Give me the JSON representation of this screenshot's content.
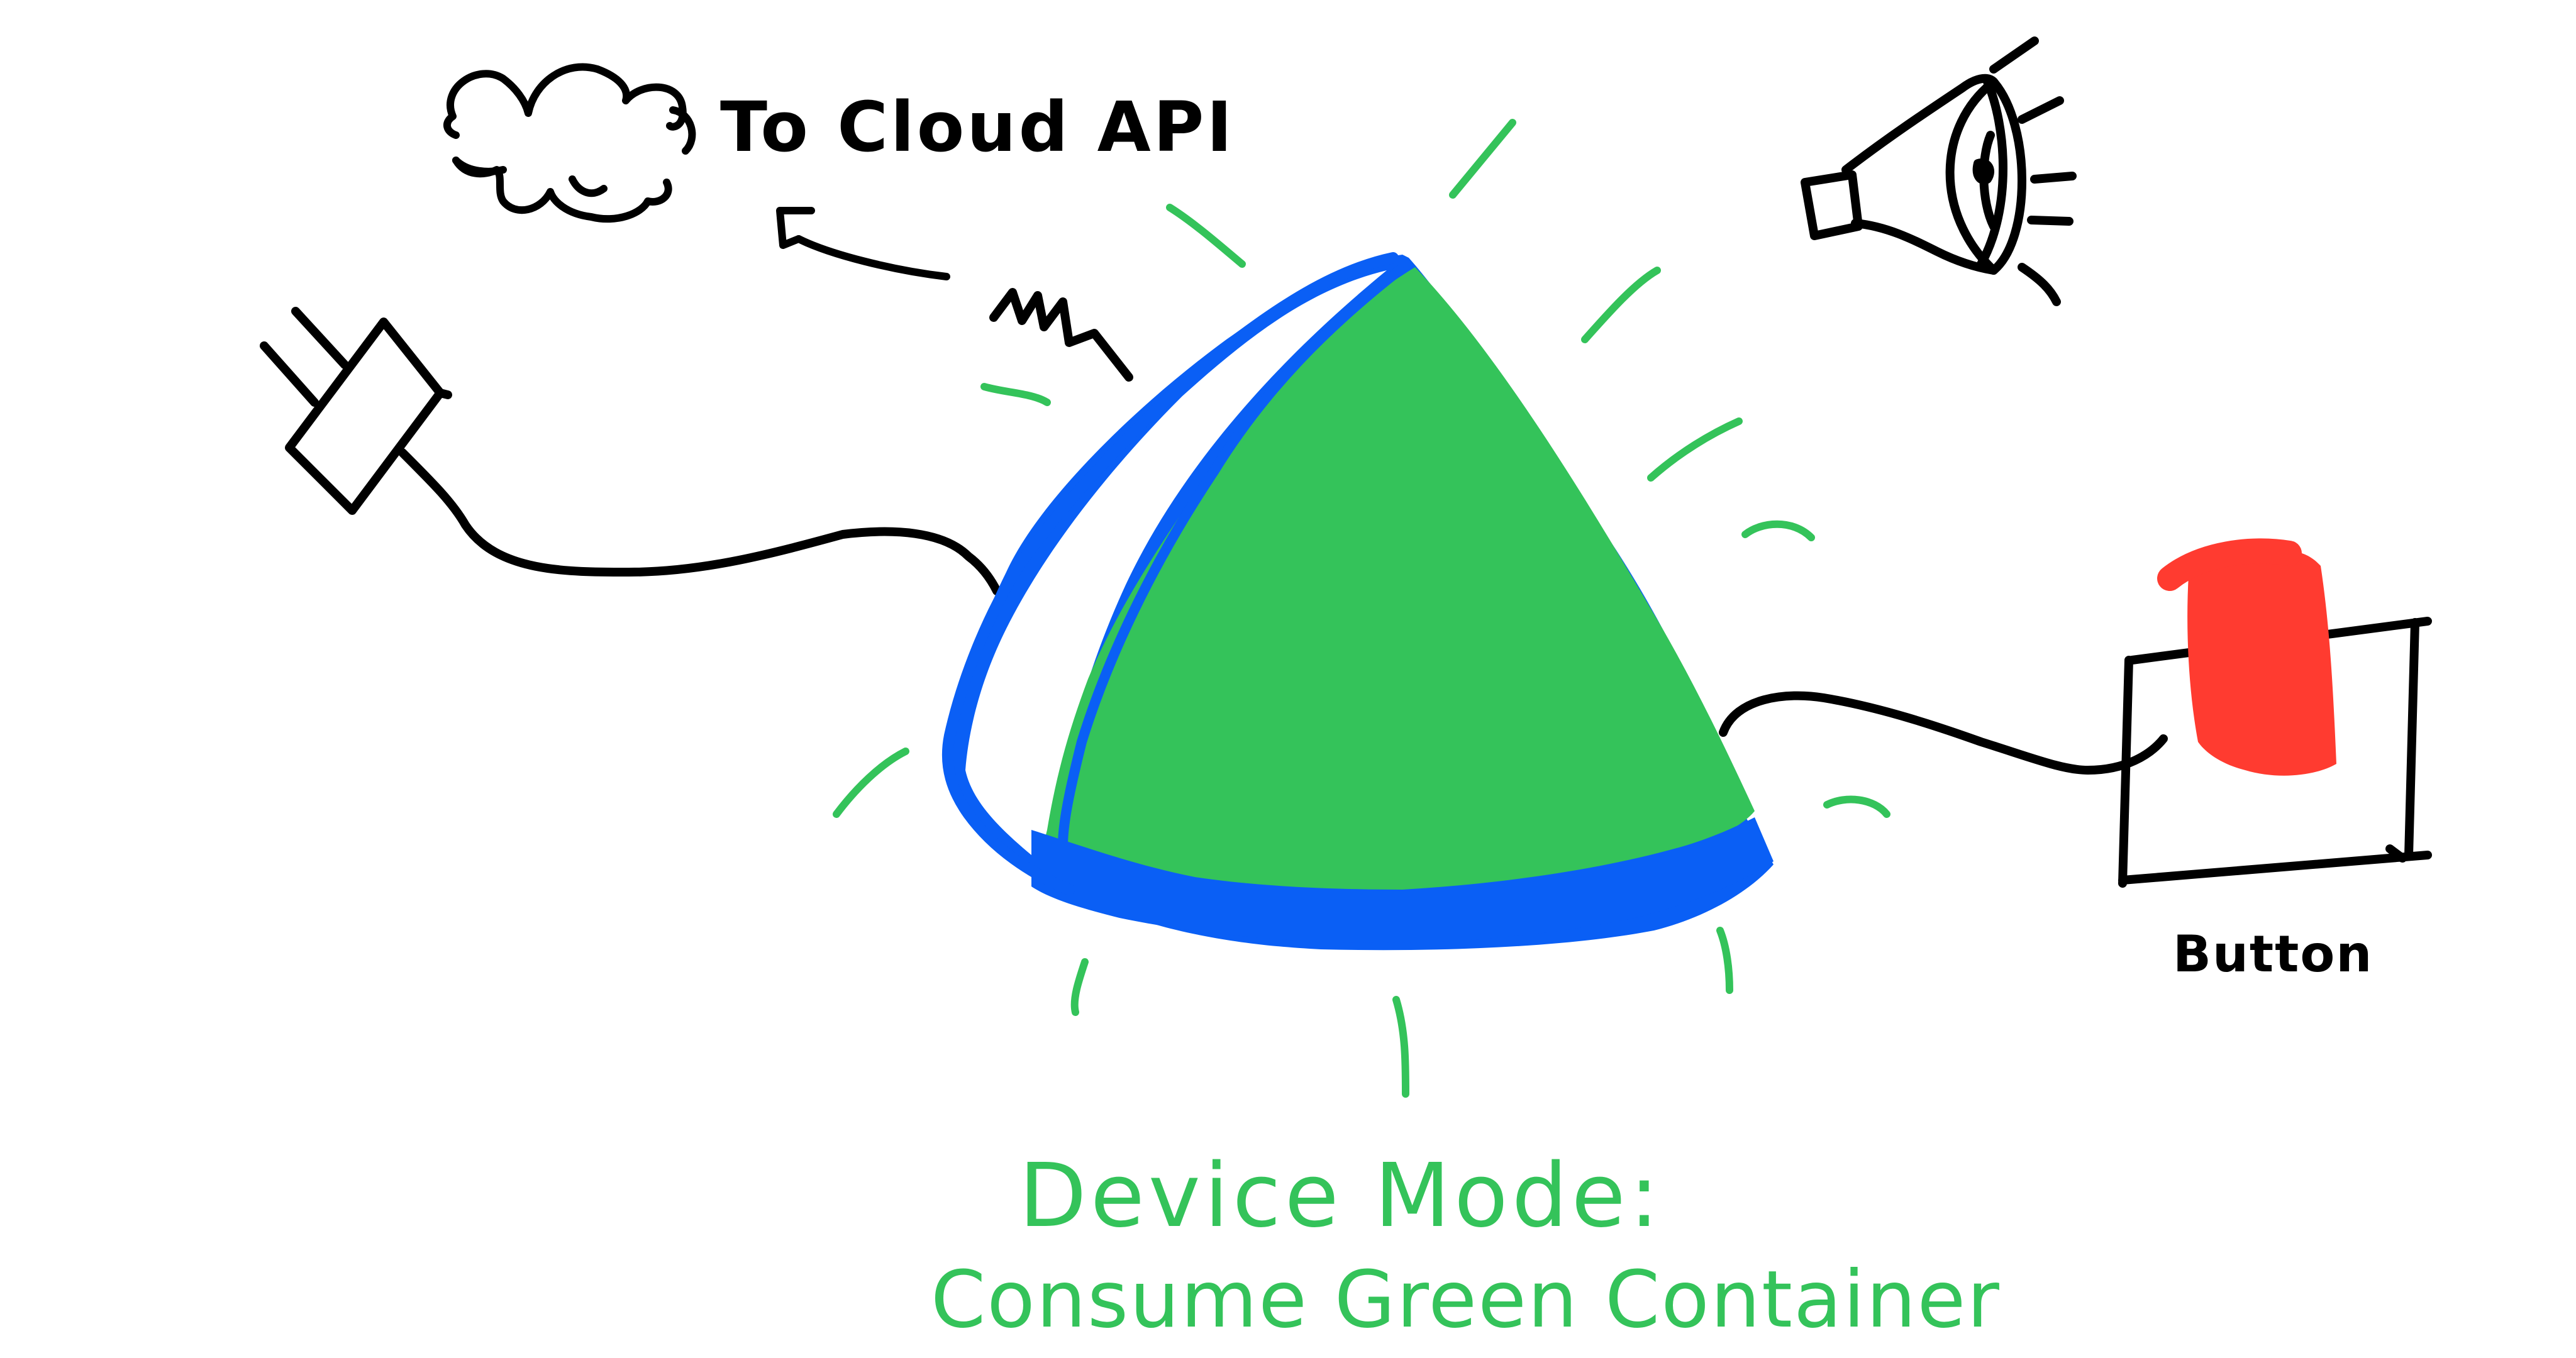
{
  "labels": {
    "cloud": "To Cloud API",
    "button": "Button",
    "mode_line1": "Device Mode:",
    "mode_line2": "Consume Green Container"
  },
  "colors": {
    "ink": "#000000",
    "device_fill": "#34C35A",
    "device_outline": "#0A5FF5",
    "glow": "#34C35A",
    "button_red": "#FF3B30",
    "mode_text": "#34C35A",
    "background": "#FFFFFF"
  },
  "icons": {
    "power_plug": "plug-icon",
    "cloud": "cloud-icon",
    "speaker": "megaphone-icon",
    "antenna": "signal-squiggle-icon",
    "device": "triangle-device-icon",
    "button": "red-push-button-icon"
  }
}
